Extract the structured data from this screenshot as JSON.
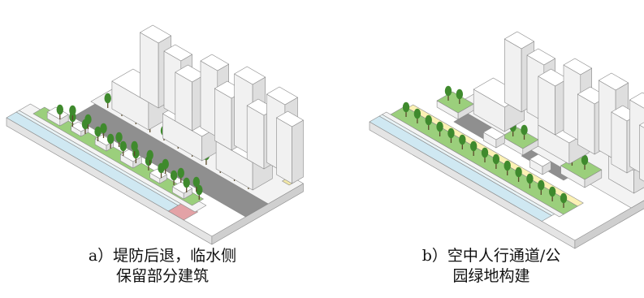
{
  "captions": {
    "a": {
      "line1": "a）堤防后退，临水侧",
      "line2": "保留部分建筑"
    },
    "b": {
      "line1": "b）空中人行通道/公",
      "line2": "园绿地构建"
    }
  },
  "colors": {
    "building_top": "#ffffff",
    "building_left": "#f1f1f1",
    "building_right": "#dedede",
    "road": "#8f8f8f",
    "green": "#9bcf7c",
    "water": "#cfe8f2",
    "walkway": "#fbf1b4",
    "dike_red": "#e3a2a6",
    "tree_dark": "#3f8a2d",
    "tree_light": "#c5d86a"
  },
  "icons": [
    "tree-icon",
    "building-icon"
  ]
}
